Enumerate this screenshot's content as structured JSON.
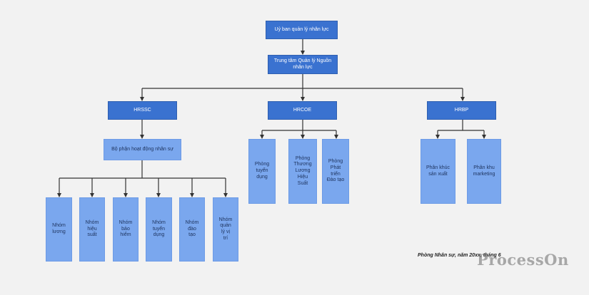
{
  "nodes": {
    "top": "Uỷ ban quản lý nhân lực",
    "center": "Trung tâm Quản lý Nguồn nhân lực",
    "hrssc": "HRSSC",
    "hrcoe": "HRCOE",
    "hrbp": "HRBP",
    "ops": "Bộ phận hoạt động nhân sự",
    "salary": "Nhóm\nlương",
    "efficiency": "Nhóm\nhiệu\nsuất",
    "insurance": "Nhóm\nbảo\nhiểm",
    "hiring_team": "Nhóm\ntuyển\ndụng",
    "training_team": "Nhóm\nđào\ntạo",
    "position": "Nhóm\nquản\nlý vị\ntrí",
    "recruit_dept": "Phòng\ntuyển\ndụng",
    "comp_dept": "Phòng\nThương\nLương\nHiệu\nSuất",
    "dev_dept": "Phòng\nPhát\ntriển\nĐào tạo",
    "production": "Phân khúc\nsản xuất",
    "marketing": "Phân khu\nmarketing"
  },
  "caption": "Phòng Nhân sự, năm 20xx, tháng 6",
  "watermark": "ProcessOn",
  "colors": {
    "dark_box": "#3a72d0",
    "light_box": "#7aa7ee",
    "connector": "#333333",
    "background": "#f2f2f2"
  }
}
